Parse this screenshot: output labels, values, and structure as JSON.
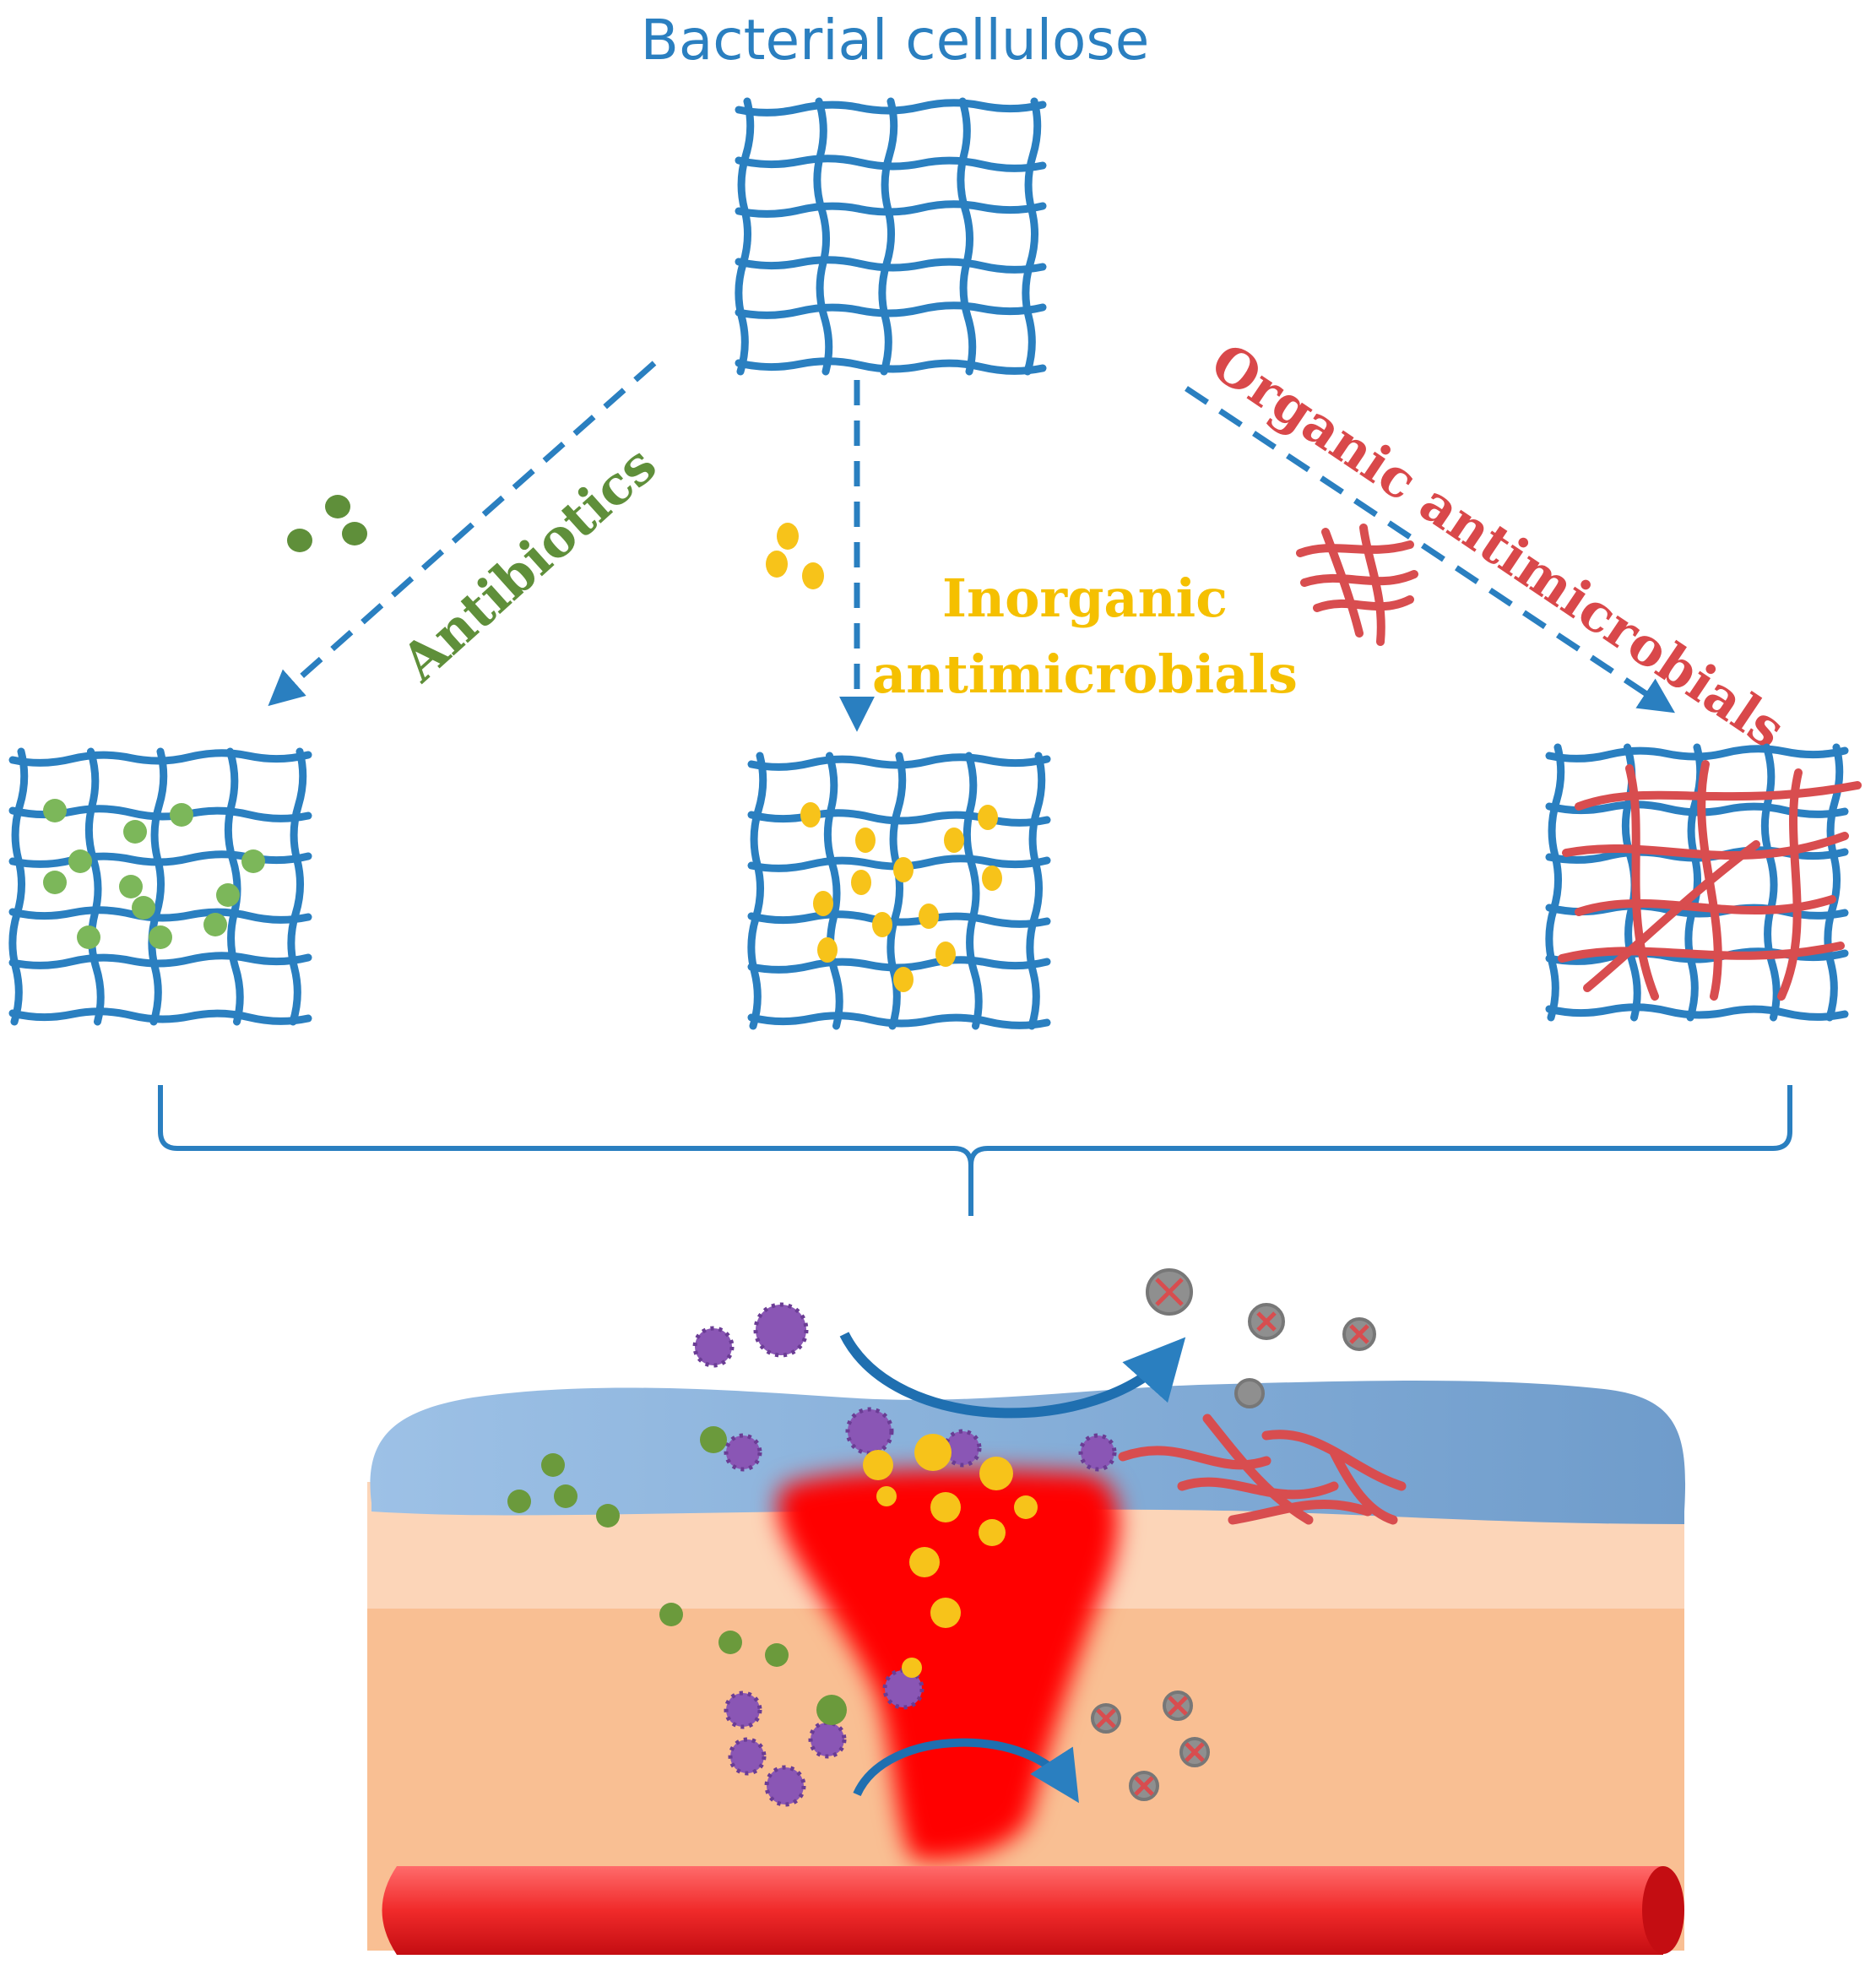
{
  "title": "Bacterial cellulose",
  "branches": [
    {
      "label": "Antibiotics",
      "color": "#5f8f3a",
      "particle": "green-dots"
    },
    {
      "label_line1": "Inorganic",
      "label_line2": "antimicrobials",
      "color": "#f5c000",
      "particle": "yellow-dots"
    },
    {
      "label": "Organic antimicrobials",
      "color": "#d9484a",
      "particle": "red-fibers"
    }
  ],
  "colors": {
    "cellulose": "#2a7fc0",
    "antibiotic": "#6b9a3c",
    "inorganic": "#f7c31a",
    "organic": "#d84d4f",
    "bacteria": "#8a56b5",
    "dead_bacteria": "#8f8f8f",
    "wound": "#ff0000",
    "epidermis": "#8fb6de",
    "dermis_light": "#fcd5b8",
    "dermis": "#f9bf93",
    "vessel": "#e8161b"
  }
}
